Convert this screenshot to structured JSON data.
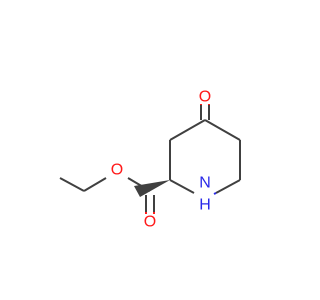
{
  "molecule": {
    "atoms": [
      {
        "id": "o_ketone",
        "symbol": "O",
        "color": "#ff1a1a"
      },
      {
        "id": "o_carbonyl",
        "symbol": "O",
        "color": "#ff1a1a"
      },
      {
        "id": "o_ester",
        "symbol": "O",
        "color": "#ff1a1a"
      },
      {
        "id": "n_ring",
        "symbol": "N",
        "color": "#2929e8"
      },
      {
        "id": "h_ring",
        "symbol": "H",
        "color": "#2929e8"
      }
    ],
    "bond_color": "#404040"
  }
}
